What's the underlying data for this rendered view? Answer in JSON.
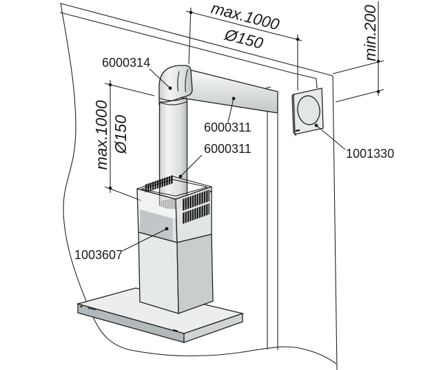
{
  "diagram": {
    "type": "installation-diagram",
    "subject": "cooker hood wall ducting",
    "part_labels": {
      "elbow": "6000314",
      "duct_horizontal": "6000311",
      "duct_vertical": "6000311",
      "hood_chimney": "1003607",
      "wall_vent": "1001330"
    },
    "dimensions": {
      "top_length": "max.1000",
      "top_diameter": "Ø150",
      "left_height": "max.1000",
      "left_diameter": "Ø150",
      "wall_top_clearance": "min.200"
    },
    "colors": {
      "line": "#1f1f1f",
      "duct_light": "#f3f4f4",
      "duct_mid": "#d9dcdc",
      "duct_dark": "#bfc4c5",
      "panel_top": "#eceeee",
      "panel_front": "#b3b8ba",
      "panel_side": "#d0d4d5",
      "grille": "#111111",
      "background": "#ffffff"
    }
  }
}
